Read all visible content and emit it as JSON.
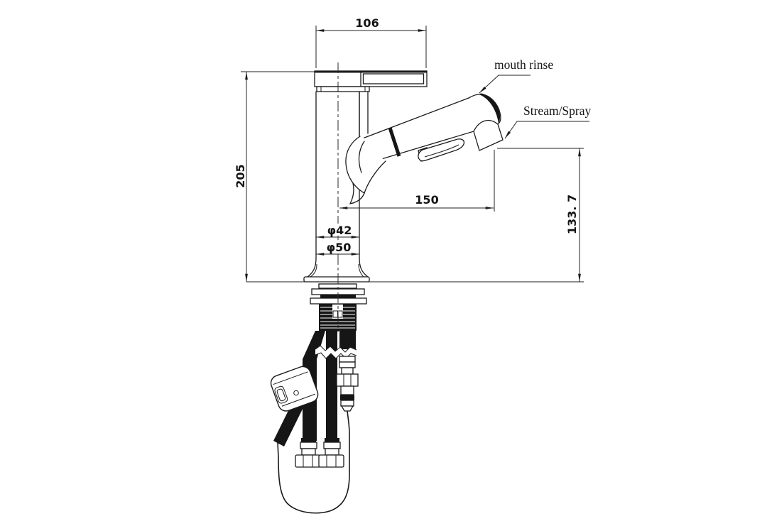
{
  "drawing": {
    "type": "faucet-technical-drawing",
    "view": "side-elevation-with-under-counter-hoses"
  },
  "dimensions": {
    "spout_reach": "106",
    "total_height": "205",
    "outlet_reach": "150",
    "outlet_height": "133. 7",
    "body_diameter": "φ42",
    "base_diameter": "φ50"
  },
  "labels": {
    "mouth_rinse": "mouth rinse",
    "stream_spray": "Stream/Spray"
  },
  "colors": {
    "line": "#1b1b1b",
    "background": "#ffffff"
  }
}
